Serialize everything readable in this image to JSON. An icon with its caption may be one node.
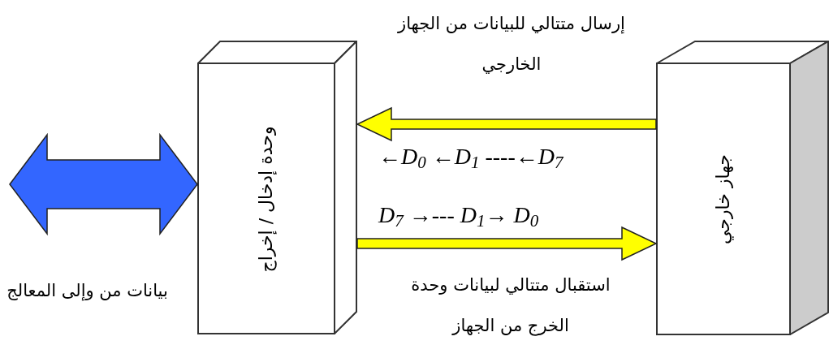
{
  "diagram": {
    "nodes": [
      {
        "text": [
          "وحدة إدخال / إخراج"
        ]
      },
      {
        "text": [
          "جهاز خارجي"
        ]
      }
    ],
    "edges": [
      {
        "from": 1,
        "to": 0,
        "arrow": "to",
        "style": "thick",
        "label": "إرسال متتالي للبيانات من الجهاز الخارجي"
      },
      {
        "from": 0,
        "to": 1,
        "arrow": "to",
        "style": "thick",
        "label": "استقبال متتالي لبيانات وحدة الخرج من الجهاز"
      },
      {
        "from": null,
        "to": 0,
        "arrow": "both",
        "style": "thick",
        "color": "#3366ff"
      }
    ],
    "labels": [
      "←D$_{0}$ ←D$_{1}$ ----←D$_{7}$",
      "D$_{7}$ →--- D$_{1}$→ D$_{0}$",
      "بيانات من وإلى المعالج"
    ]
  }
}
